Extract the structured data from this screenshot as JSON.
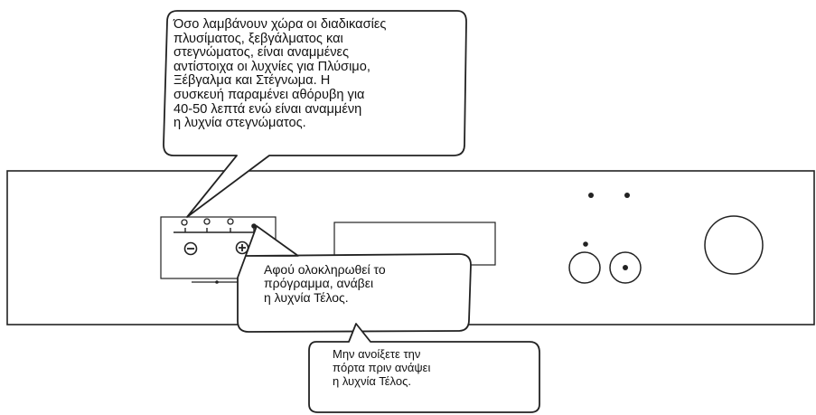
{
  "callouts": {
    "duration": {
      "lines": [
        "Όσο λαμβάνουν χώρα οι διαδικασίες",
        "πλυσίματος, ξεβγάλματος και",
        "στεγνώματος, είναι αναμμένες",
        "αντίστοιχα οι λυχνίες για Πλύσιμο,",
        "Ξέβγαλμα και Στέγνωμα. Η",
        "συσκευή παραμένει αθόρυβη για",
        "40-50 λεπτά ενώ είναι αναμμένη",
        "η λυχνία στεγνώματος."
      ]
    },
    "end": {
      "lines": [
        "Αφού ολοκληρωθεί το",
        "πρόγραμμα, ανάβει",
        "η λυχνία Τέλος."
      ]
    },
    "door": {
      "lines": [
        "Μην ανοίξετε την",
        "πόρτα πριν ανάψει",
        "η λυχνία Τέλος."
      ]
    }
  },
  "panel": {
    "minus_symbol": "−",
    "plus_symbol": "+",
    "indicator_count": 4
  },
  "colors": {
    "stroke": "#222222",
    "fill": "#ffffff"
  }
}
